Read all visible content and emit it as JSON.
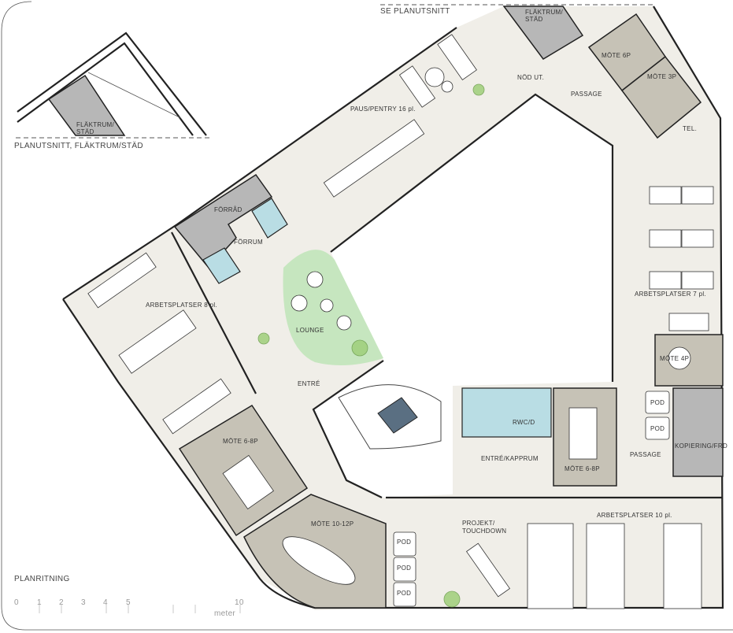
{
  "inset": {
    "title": "PLANUTSNITT, FLÄKTRUM/STÄD",
    "room_line1": "FLÄKTRUM/",
    "room_line2": "STÄD"
  },
  "see_detail": "SE PLANUTSNITT",
  "rooms": {
    "pentry": "PAUS/PENTRY 16 pl.",
    "forrad": "FÖRRÅD",
    "forrum": "FÖRRUM",
    "arbetsplatser8": "ARBETSPLATSER 8 pl.",
    "lounge": "LOUNGE",
    "entre": "ENTRÉ",
    "mote68_left": "MÖTE 6-8P",
    "mote1012": "MÖTE 10-12P",
    "fläktrum_line1": "FLÄKTRUM/",
    "fläktrum_line2": "STÄD",
    "nod_ut": "NÖD UT.",
    "passage_top": "PASSAGE",
    "mote6": "MÖTE 6P",
    "mote3": "MÖTE 3P",
    "tel": "TEL.",
    "arbetsplatser7": "ARBETSPLATSER 7 pl.",
    "mote4": "MÖTE 4P",
    "wcd": "RWC/D",
    "entre_kapprum": "ENTRÉ/KAPPRUM",
    "mote68_mid": "MÖTE 6-8P",
    "passage_right": "PASSAGE",
    "pod_a": "POD",
    "pod_b": "POD",
    "kopiering": "KOPIERING/FRD",
    "arbetsplatser10": "ARBETSPLATSER 10 pl.",
    "projekt_line1": "PROJEKT/",
    "projekt_line2": "TOUCHDOWN",
    "pod_1": "POD",
    "pod_2": "POD",
    "pod_3": "POD"
  },
  "plan_title": "PLANRITNING",
  "scale": {
    "ticks": [
      "0",
      "1",
      "2",
      "3",
      "4",
      "5",
      "10"
    ],
    "unit": "meter"
  },
  "colors": {
    "floor": "#f0eee8",
    "meeting": "#c6c2b6",
    "service": "#b7b7b7",
    "wc": "#b9dde4",
    "lounge": "#c6e6bf"
  }
}
